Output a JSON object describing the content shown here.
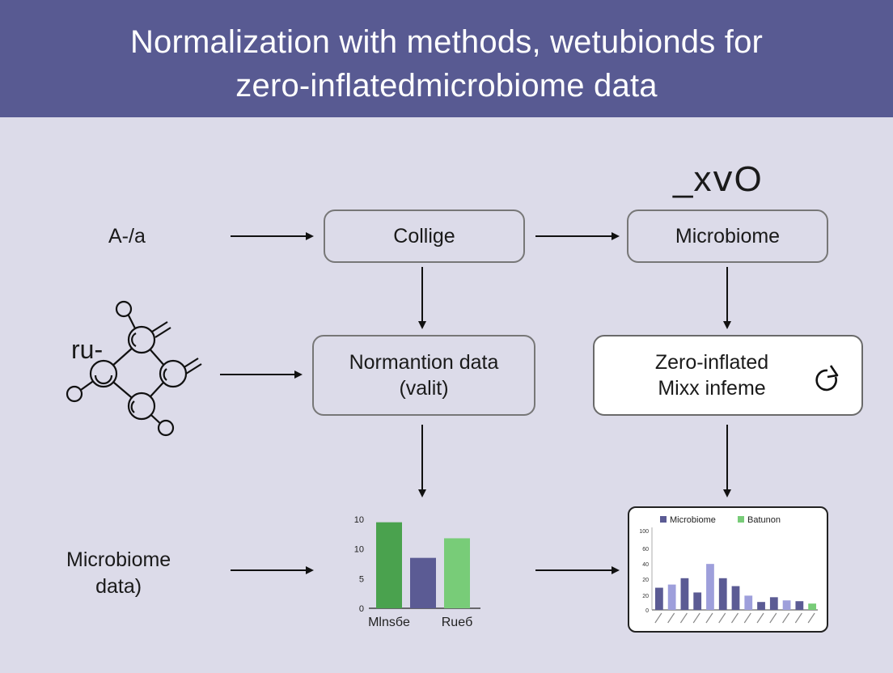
{
  "header": {
    "title_line1": "Normalization with methods, wetubionds for",
    "title_line2": "zero-inflatedmicrobiome data"
  },
  "symbols": {
    "top_right_glyph": "_xⅴO"
  },
  "labels": {
    "left_top": "A-/a",
    "molecule_tag": "ru-",
    "left_bottom_line1": "Microbiome",
    "left_bottom_line2": "data)"
  },
  "boxes": {
    "collige": "Collige",
    "microbiome": "Microbiome",
    "normantion_line1": "Normantion data",
    "normantion_line2": "(valit)",
    "zero_line1": "Zero-inflated",
    "zero_line2": "Mixx infeme"
  },
  "icons": {
    "refresh": "refresh-arrow-icon",
    "molecule": "molecule-icon"
  },
  "colors": {
    "header_bg": "#585a92",
    "background": "#dcdbe9",
    "green_dark": "#4aa24e",
    "purple": "#5b5b94",
    "green_light": "#78cc78",
    "lavender": "#9e9fdb"
  },
  "chart_data": [
    {
      "type": "bar",
      "categories": [
        "Mlnsбe",
        "",
        "Rueб"
      ],
      "values": [
        14.5,
        8.5,
        11.8
      ],
      "yticks": [
        "0",
        "5",
        "10",
        "10"
      ],
      "ylim": [
        0,
        15
      ],
      "bar_colors": [
        "#4aa24e",
        "#5b5b94",
        "#78cc78"
      ]
    },
    {
      "type": "bar",
      "legend": [
        "Microbiome",
        "Batunon"
      ],
      "legend_colors": [
        "#5b5b94",
        "#78cc78"
      ],
      "yticks": [
        "0",
        "20",
        "20",
        "40",
        "60",
        "100"
      ],
      "ylim": [
        0,
        100
      ],
      "values": [
        28,
        32,
        40,
        22,
        58,
        40,
        30,
        18,
        10,
        16,
        12,
        11,
        8
      ],
      "bar_colors": [
        "#5b5b94",
        "#9e9fdb",
        "#5b5b94",
        "#5b5b94",
        "#9e9fdb",
        "#5b5b94",
        "#5b5b94",
        "#9e9fdb",
        "#5b5b94",
        "#5b5b94",
        "#9e9fdb",
        "#5b5b94",
        "#78cc78"
      ]
    }
  ]
}
